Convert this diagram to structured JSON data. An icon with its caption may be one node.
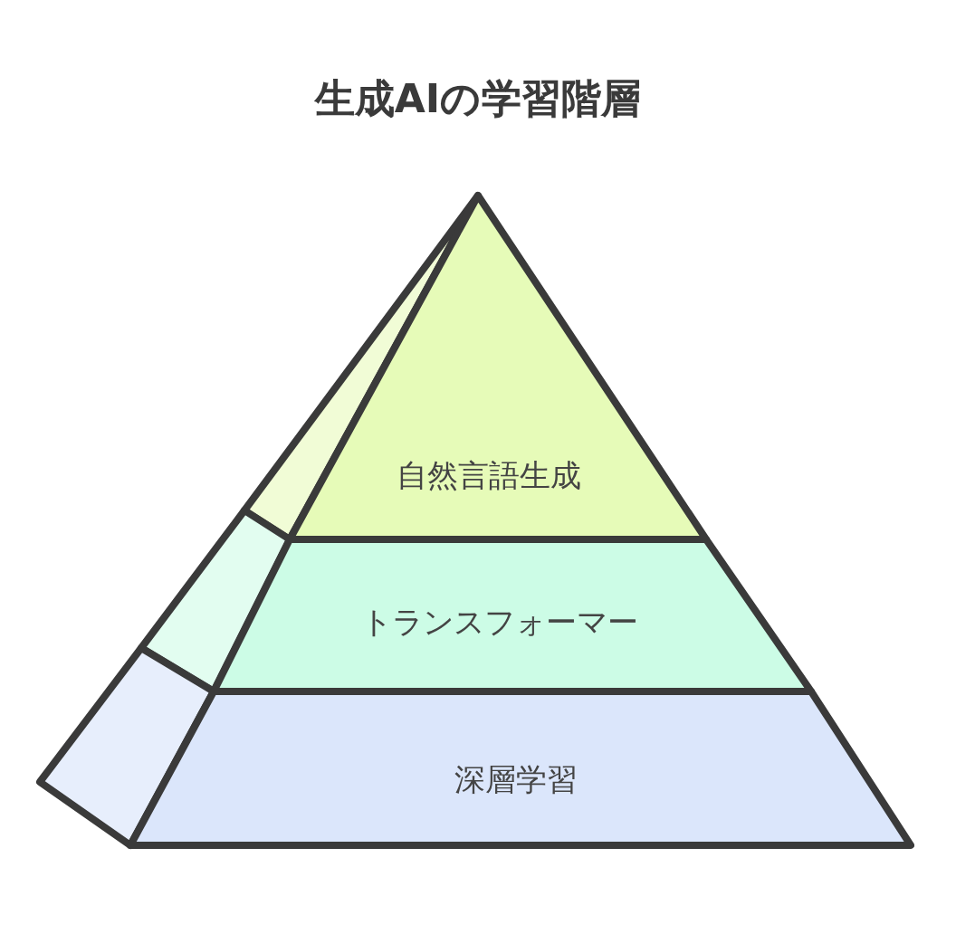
{
  "diagram": {
    "title": "生成AIの学習階層",
    "nodes": [
      {
        "text": [
          "自然言語生成"
        ]
      },
      {
        "text": [
          "トランスフォーマー"
        ]
      },
      {
        "text": [
          "深層学習"
        ]
      }
    ]
  }
}
